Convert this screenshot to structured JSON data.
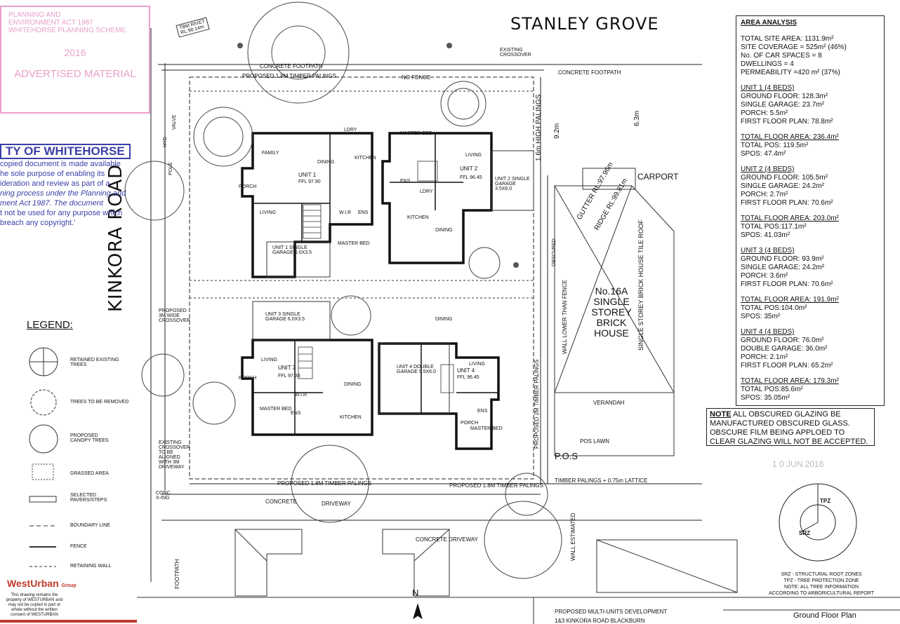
{
  "streets": {
    "north": "STANLEY GROVE",
    "west": "KINKORA ROAD"
  },
  "survey": {
    "tbm": "TBM RIVET",
    "tbm_rl": "RL:98.14m"
  },
  "annotations": {
    "footpath_top": "CONCRETE    FOOTPATH",
    "palings_top": "PROPOSED 1.8M TIMBER PALINGS",
    "no_fence": "NO FENCE",
    "existing_crossover": "EXISTING CROSSOVER",
    "concrete_footpath_right": "CONCRETE    FOOTPATH",
    "carport": "CARPORT",
    "high_palings": "1.6m HIGH PALINGS",
    "dim_9_2": "9.2m",
    "dim_6_3": "6.3m",
    "gutter": "GUTTER RL:97.96m",
    "ridge": "RIDGE RL:99.81m",
    "neighbour_house": "No.16A SINGLE STOREY BRICK HOUSE",
    "single_storey_tile": "SINGLE STOREY BRICK HOUSE TILE ROOF",
    "verandah": "VERANDAH",
    "pos_lawn": "POS   LAWN",
    "pos": "P.O.S",
    "timber_palings_bottom": "TIMBER PALINGS  +  0.75m  LATTICE",
    "palings_bottom": "PROPOSED 1.8M TIMBER PALINGS",
    "palings_bottom2": "PROPOSED 1.8M TIMBER PALINGS",
    "concrete_driveway": "CONCRETE     DRIVEWAY",
    "concrete": "CONCRETE",
    "driveway": "DRIVEWAY",
    "wall_estimated": "WALL ESTIMATED",
    "footpath_left": "FOOTPATH",
    "conc_xing": "CONC X-ING",
    "timber_palings_vert": "PROPOSED 2M TIMBER PALINGS",
    "wall_lower": "WALL LOWER THAN FENCE",
    "obscured": "OBSCURED",
    "proposed_crossover": "PROPOSED 3M WIDE CROSSOVER",
    "existing_crossing": "EXISTING CROSSOVER TO BE ALIGNED WITH 3M DRIVEWAY",
    "hydro": "HYD",
    "valve": "VALVE",
    "pole": "POLE",
    "stamp_date": "1 0 JUN 2016",
    "compass": "N"
  },
  "units": [
    {
      "name": "UNIT 1",
      "ffl": "FFL 97.90",
      "rooms": [
        "FAMILY",
        "DINING",
        "KITCHEN",
        "LDRY",
        "PORCH",
        "LIVING",
        "W.I.R",
        "ENS",
        "MASTER BED"
      ]
    },
    {
      "name": "UNIT 2",
      "ffl": "FFL 96.45",
      "rooms": [
        "MASTER BED",
        "LIVING",
        "KITCHEN",
        "DINING",
        "ENS",
        "LDRY"
      ]
    },
    {
      "name": "UNIT 3",
      "ffl": "FFL 97.35",
      "rooms": [
        "LIVING",
        "PORCH",
        "DINING",
        "KITCHEN",
        "MASTER BED",
        "ENS",
        "W.I.R"
      ]
    },
    {
      "name": "UNIT 4",
      "ffl": "FFL 96.45",
      "rooms": [
        "LIVING",
        "DINING",
        "ENS",
        "MASTER BED",
        "PORCH"
      ]
    }
  ],
  "garages": {
    "unit1": "UNIT 1 SINGLE GARAGE 6.0X3.5",
    "unit2": "UNIT 2 SINGLE GARAGE 3.5X6.0",
    "unit3": "UNIT 3 SINGLE GARAGE 6.0X3.5",
    "unit4": "UNIT 4 DOUBLE GARAGE 5.5X6.0"
  },
  "area_analysis": {
    "title": "AREA ANALYSIS",
    "site": [
      "TOTAL SITE AREA: 1131.9m²",
      "SITE COVERAGE = 525m² (46%)",
      "No. OF CAR SPACES = 8",
      "DWELLINGS = 4",
      "PERMEABILITY =420 m² (37%)"
    ],
    "units": [
      {
        "heading": "UNIT 1 (4 BEDS)",
        "lines": [
          "GROUND FLOOR: 128.3m²",
          "SINGLE GARAGE: 23.7m²",
          "PORCH: 5.5m²",
          "FIRST FLOOR PLAN: 78.8m²"
        ],
        "total": "TOTAL FLOOR AREA: 236.4m²",
        "extra": [
          "TOTAL POS: 119.5m²",
          "SPOS: 47.4m²"
        ]
      },
      {
        "heading": "UNIT 2 (4 BEDS)",
        "lines": [
          "GROUND FLOOR: 105.5m²",
          "SINGLE GARAGE: 24.2m²",
          "PORCH: 2.7m²",
          "FIRST FLOOR PLAN: 70.6m²"
        ],
        "total": "TOTAL FLOOR AREA: 203.0m²",
        "extra": [
          "TOTAL POS:117.1m²",
          "SPOS: 41.03m²"
        ]
      },
      {
        "heading": "UNIT 3 (4 BEDS)",
        "lines": [
          "GROUND FLOOR: 93.9m²",
          "SINGLE GARAGE: 24.2m²",
          "PORCH: 3.6m²",
          "FIRST FLOOR PLAN: 70.6m²"
        ],
        "total": "TOTAL FLOOR AREA: 191.9m²",
        "extra": [
          "TOTAL POS:104.0m²",
          "SPOS: 35m²"
        ]
      },
      {
        "heading": "UNIT 4 (4 BEDS)",
        "lines": [
          "GROUND FLOOR: 76.0m²",
          "DOUBLE GARAGE: 36.0m²",
          "PORCH: 2.1m²",
          "FIRST FLOOR PLAN: 65.2m²"
        ],
        "total": "TOTAL FLOOR AREA: 179.3m²",
        "extra": [
          "TOTAL POS:85.6m²",
          "SPOS: 35.05m²"
        ]
      }
    ]
  },
  "note": {
    "label": "NOTE",
    "text": " ALL OBSCURED GLAZING BE MANUFACTURED OBSCURED GLASS. OBSCURE FILM BEING APPLOED TO CLEAR GLAZING WILL NOT BE ACCEPTED."
  },
  "council_stamp": {
    "heading": "TY OF WHITEHORSE",
    "lines": [
      "copied document is made available",
      "he sole purpose of enabling its",
      "ideration and review as part of a",
      "ning process under the Planning and",
      "ment Act 1987. The document",
      "t not be used for any purpose which",
      "breach any copyright.'"
    ]
  },
  "pink_stamp": {
    "lines": [
      "PLANNING AND",
      "ENVIRONMENT ACT 1987",
      "WHITEHORSE PLANNING SCHEME",
      "2016",
      "ADVERTISED MATERIAL"
    ]
  },
  "legend": {
    "title": "LEGEND:",
    "items": [
      "RETAINED EXISTING TREES",
      "TREES TO BE REMOVED",
      "PROPOSED CANOPY TREES",
      "GRASSED AREA",
      "SELECTED PAVERS/STEPS",
      "BOUNDARY LINE",
      "FENCE",
      "RETAINING WALL"
    ]
  },
  "tpz": {
    "tpz": "TPZ",
    "srz": "SRZ",
    "notes": [
      "SRZ - STRUCTURAL ROOT ZONES",
      "TPZ - TREE PROTECTION ZONE",
      "NOTE: ALL TREE INFORMATION",
      "ACCORDING TO ARBORICULTURAL REPORT"
    ]
  },
  "brand": {
    "name": "WestUrban",
    "sub": "Group",
    "disclaimer": [
      "This drawing remains the",
      "property of WESTURBAN and",
      "may not be copied in part or",
      "whole without the written",
      "consent of WESTURBAN"
    ]
  },
  "title_block": {
    "project": "PROPOSED MULTI-UNITS DEVELOPMENT",
    "address": "1&3 KINKORA ROAD BLACKBURN",
    "sheet": "Ground Floor Plan"
  }
}
